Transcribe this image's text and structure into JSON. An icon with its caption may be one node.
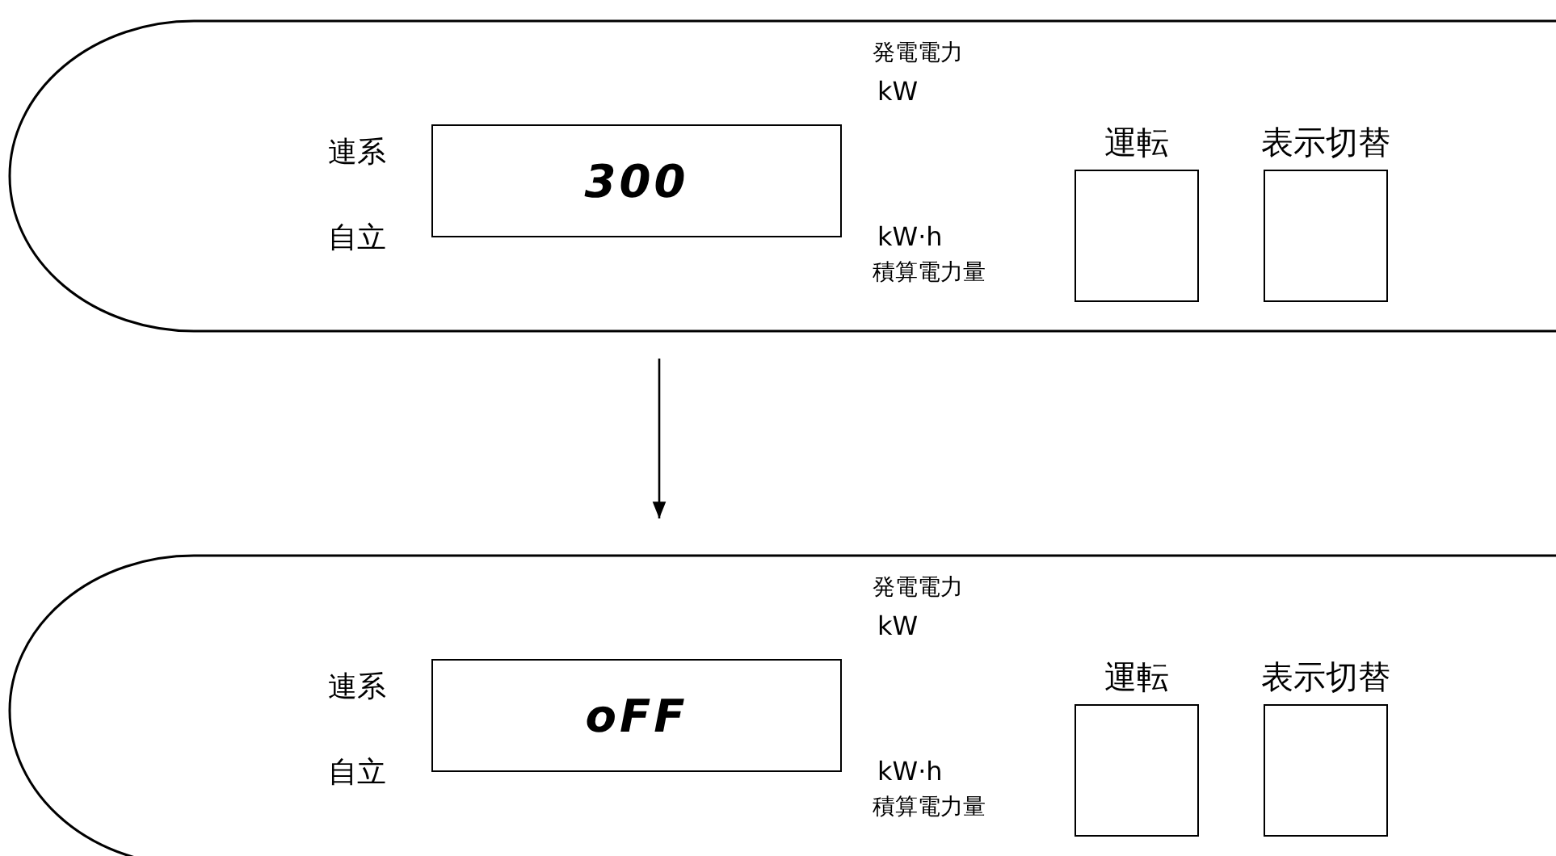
{
  "diagram": {
    "nodes": [
      {
        "text": [],
        "shape": "box"
      },
      {
        "text": [
          "300"
        ],
        "in": 0
      },
      {
        "text": [
          "運転"
        ],
        "in": 0
      },
      {
        "text": [
          "表示切替"
        ],
        "in": 0
      },
      {
        "text": [],
        "shape": "box"
      },
      {
        "text": [
          "oFF"
        ],
        "in": 4
      },
      {
        "text": [
          "運転"
        ],
        "in": 4
      },
      {
        "text": [
          "表示切替"
        ],
        "in": 4
      }
    ],
    "edges": [
      {
        "from": 0,
        "to": 4,
        "arrow": "to"
      }
    ],
    "labels": [
      "発電電力",
      "連系",
      "kW",
      "自立",
      "kW·h",
      "積算電力量",
      "発電電力",
      "連系",
      "kW",
      "自立",
      "kW·h",
      "積算電力量"
    ]
  }
}
